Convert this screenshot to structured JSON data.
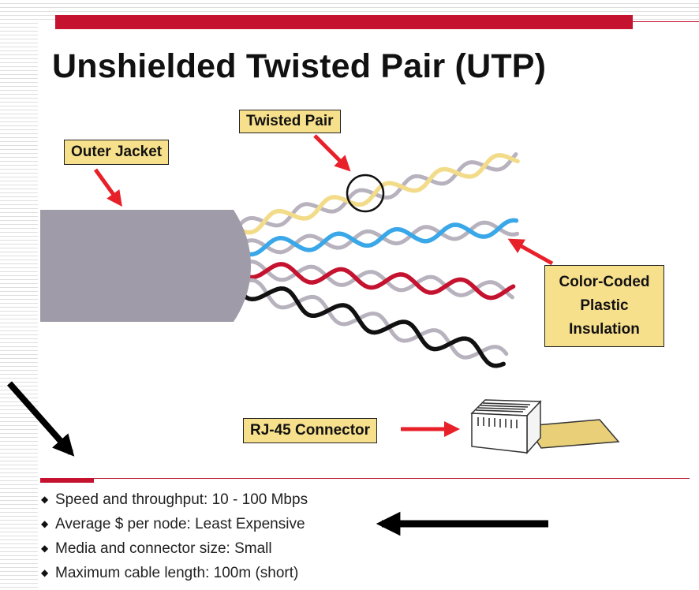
{
  "slide": {
    "title": "Unshielded Twisted Pair (UTP)",
    "accent_color": "#c4122f"
  },
  "diagram": {
    "callouts": {
      "twisted_pair": "Twisted Pair",
      "outer_jacket": "Outer Jacket",
      "color_coded": [
        "Color-Coded",
        "Plastic",
        "Insulation"
      ],
      "rj45": "RJ-45 Connector"
    },
    "wire_colors": {
      "jacket": "#a09ba8",
      "pair_1": "#f2dc8a",
      "pair_2": "#3aa7e8",
      "pair_3": "#c4122f",
      "pair_4": "#111111",
      "companion": "#b7b2bd"
    },
    "callout_color": "#f7e08c",
    "arrow_color": "#e8202a"
  },
  "bullets": {
    "marker": "◆",
    "items": [
      "Speed and throughput:  10 - 100 Mbps",
      "Average $ per node:  Least Expensive",
      "Media and connector size:  Small",
      "Maximum cable length:  100m (short)"
    ]
  }
}
